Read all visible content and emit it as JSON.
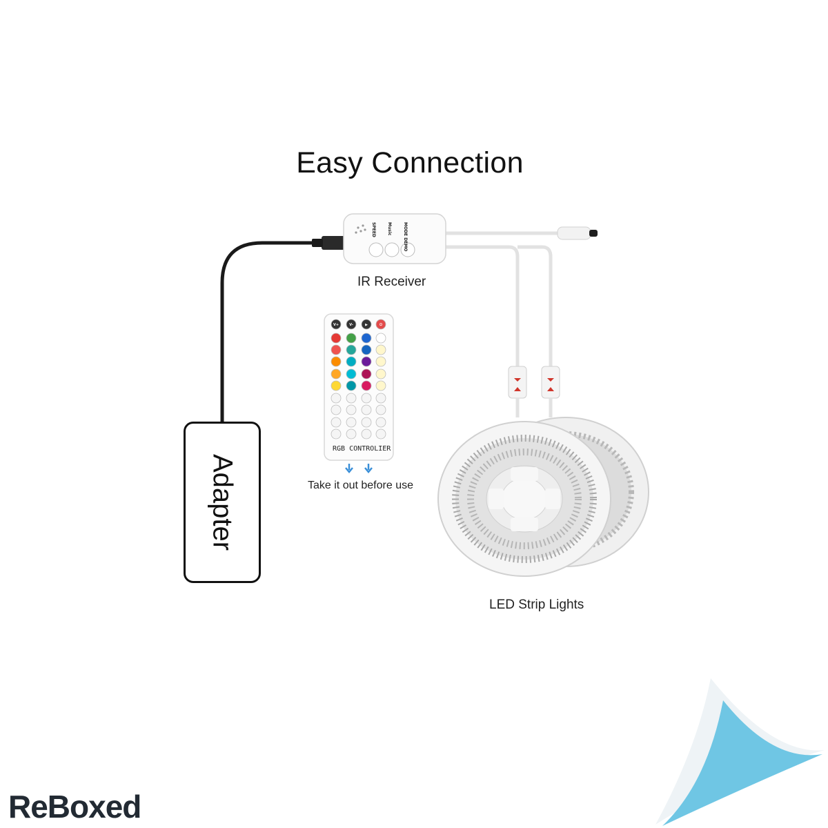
{
  "title": "Easy Connection",
  "labels": {
    "ir_receiver": "IR Receiver",
    "take_out": "Take it out before use",
    "led_strip": "LED Strip Lights",
    "adapter": "Adapter"
  },
  "controller": {
    "buttons": [
      "SPEED",
      "Music",
      "MODE DEMO"
    ]
  },
  "remote": {
    "label": "RGB CONTROLIER",
    "top_row": [
      "V+",
      "V-",
      "▶",
      "⏻"
    ]
  },
  "brand": {
    "name": "ReBoxed",
    "corner_colors": [
      "#6fc6e4",
      "#eef3f6"
    ]
  },
  "colors": {
    "cable_black": "#1a1a1a",
    "cable_white": "#e6e6e6",
    "connector_arrow": "#d0352b",
    "remove_arrow": "#3a8fd8"
  }
}
